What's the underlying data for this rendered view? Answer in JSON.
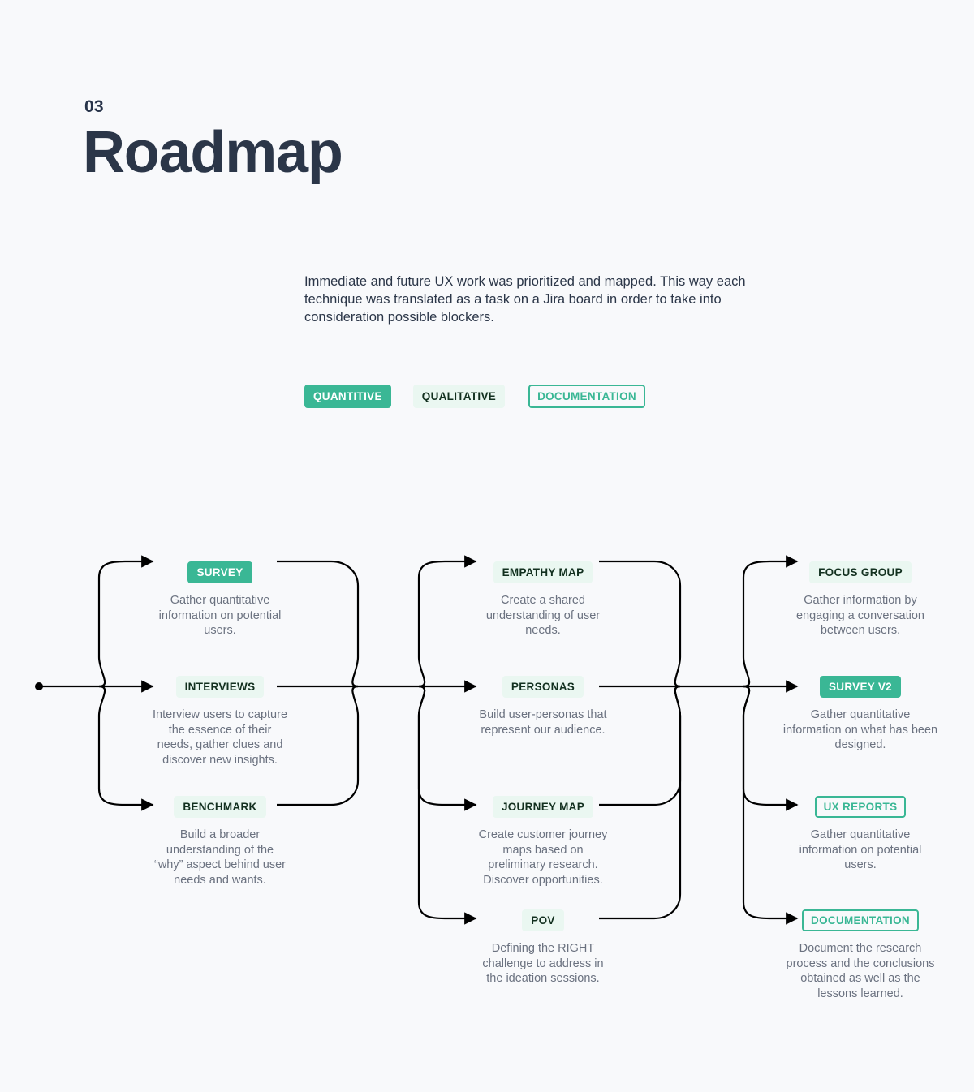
{
  "header": {
    "number": "03",
    "title": "Roadmap",
    "intro": "Immediate and future UX work was prioritized and mapped. This way each technique was translated as a task on a Jira board in order to take into consideration possible blockers."
  },
  "legend": {
    "items": [
      {
        "label": "QUANTITIVE",
        "style": "quantitive",
        "color": "#3ab795"
      },
      {
        "label": "QUALITATIVE",
        "style": "qualitative",
        "color": "#12301f"
      },
      {
        "label": "DOCUMENTATION",
        "style": "documentation",
        "color": "#3ab795"
      }
    ]
  },
  "diagram": {
    "columns": [
      {
        "nodes": [
          {
            "label": "SURVEY",
            "style": "quantitive",
            "desc": "Gather quantitative information on potential users."
          },
          {
            "label": "INTERVIEWS",
            "style": "qualitative",
            "desc": "Interview users to capture the essence of their needs, gather clues and discover new insights."
          },
          {
            "label": "BENCHMARK",
            "style": "qualitative",
            "desc": "Build a broader understanding of the “why” aspect behind user needs and wants."
          }
        ]
      },
      {
        "nodes": [
          {
            "label": "EMPATHY MAP",
            "style": "qualitative",
            "desc": "Create a shared understanding of user needs."
          },
          {
            "label": "PERSONAS",
            "style": "qualitative",
            "desc": "Build user-personas that represent our audience."
          },
          {
            "label": "JOURNEY MAP",
            "style": "qualitative",
            "desc": "Create customer journey maps based on preliminary research. Discover opportunities."
          },
          {
            "label": "POV",
            "style": "qualitative",
            "desc": "Defining the RIGHT challenge to address in the ideation sessions."
          }
        ]
      },
      {
        "nodes": [
          {
            "label": "FOCUS GROUP",
            "style": "qualitative",
            "desc": "Gather information by engaging a conversation between users."
          },
          {
            "label": "SURVEY V2",
            "style": "quantitive",
            "desc": "Gather quantitative information on what has been designed."
          },
          {
            "label": "UX REPORTS",
            "style": "documentation",
            "desc": "Gather quantitative information on potential users."
          },
          {
            "label": "DOCUMENTATION",
            "style": "documentation",
            "desc": "Document the research process and the conclusions obtained as well as the lessons learned."
          }
        ]
      }
    ]
  },
  "theme": {
    "background": "#f8f9fb",
    "accent": "#3ab795",
    "title_color": "#2b3648",
    "body_color": "#6b7280",
    "line_color": "#000000"
  }
}
